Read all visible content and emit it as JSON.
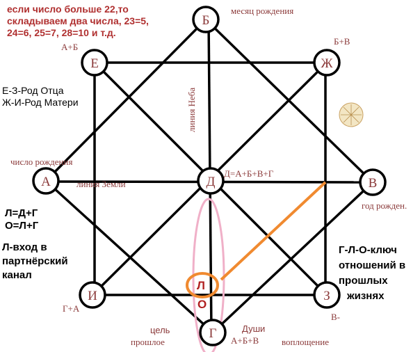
{
  "note": [
    "если число больше 22,то",
    "складываем два числа, 23=5,",
    "24=6, 25=7, 28=10 и т.д."
  ],
  "nodes": {
    "A": "А",
    "B": "Б",
    "V": "В",
    "G": "Г",
    "D": "Д",
    "E": "Е",
    "Zh": "Ж",
    "Z": "З",
    "I": "И"
  },
  "labels": {
    "month": "месяц рождения",
    "a_plus_b": "А+Б",
    "b_plus_v": "Б+В",
    "birth_number": "число рождения",
    "earth_line": "линия Земли",
    "sky_line": "линия Неба",
    "d_formula": "Д=А+Б+В+Г",
    "birth_year": "год рожден.",
    "g_plus_a": "Г+А",
    "v_minus": "В-",
    "goal": "цель",
    "past": "прошлое",
    "souls": "Души",
    "a_b_v": "А+Б+В",
    "embodiment": "воплощение",
    "l": "Л",
    "o": "О"
  },
  "legend": {
    "father": "Е-З-Род Отца",
    "mother": "Ж-И-Род Матери",
    "formula_l": "Л=Д+Г",
    "formula_o": "О=Л+Г",
    "l_entry": [
      "Л-вход в",
      "партнёрский",
      "канал"
    ],
    "key": [
      "Г-Л-О-ключ",
      "отношений в",
      "прошлых",
      "жизнях"
    ]
  },
  "colors": {
    "line": "#000000",
    "node_text": "#8b3a3a",
    "orange": "#f08a30",
    "pink": "#f0b0c8"
  }
}
